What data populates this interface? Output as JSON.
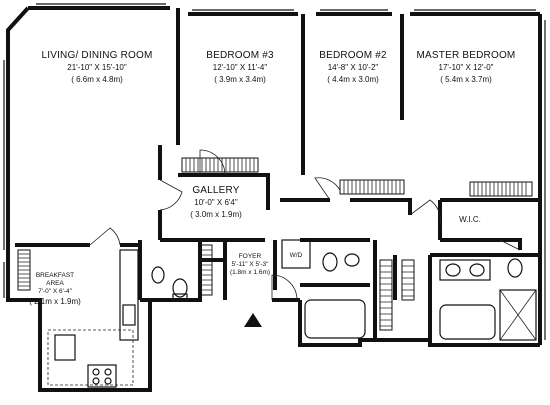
{
  "rooms": {
    "living": {
      "name": "LIVING/ DINING ROOM",
      "dim_ft": "21'-10\" X 15'-10\"",
      "dim_m": "( 6.6m x 4.8m)"
    },
    "bed3": {
      "name": "BEDROOM #3",
      "dim_ft": "12'-10\" X 11'-4\"",
      "dim_m": "( 3.9m x 3.4m)"
    },
    "bed2": {
      "name": "BEDROOM #2",
      "dim_ft": "14'-8\" X 10'-2\"",
      "dim_m": "( 4.4m x 3.0m)"
    },
    "master": {
      "name": "MASTER BEDROOM",
      "dim_ft": "17'-10\" X 12'-0\"",
      "dim_m": "( 5.4m x 3.7m)"
    },
    "gallery": {
      "name": "GALLERY",
      "dim_ft": "10'-0\" X 6'4\"",
      "dim_m": "( 3.0m x 1.9m)"
    },
    "foyer": {
      "name": "FOYER",
      "dim_ft": "5'-11\" X 5'-3\"",
      "dim_m": "(1.8m x 1.6m)"
    },
    "breakfast": {
      "name_line1": "BREAKFAST",
      "name_line2": "AREA",
      "dim_ft": "7'-0\" X 6'-4\"",
      "dim_m": "( 2.1m x 1.9m)"
    },
    "wic": {
      "name": "W.I.C."
    },
    "wd": {
      "name": "W/D"
    }
  },
  "colors": {
    "ink": "#111111",
    "paper": "#ffffff"
  }
}
